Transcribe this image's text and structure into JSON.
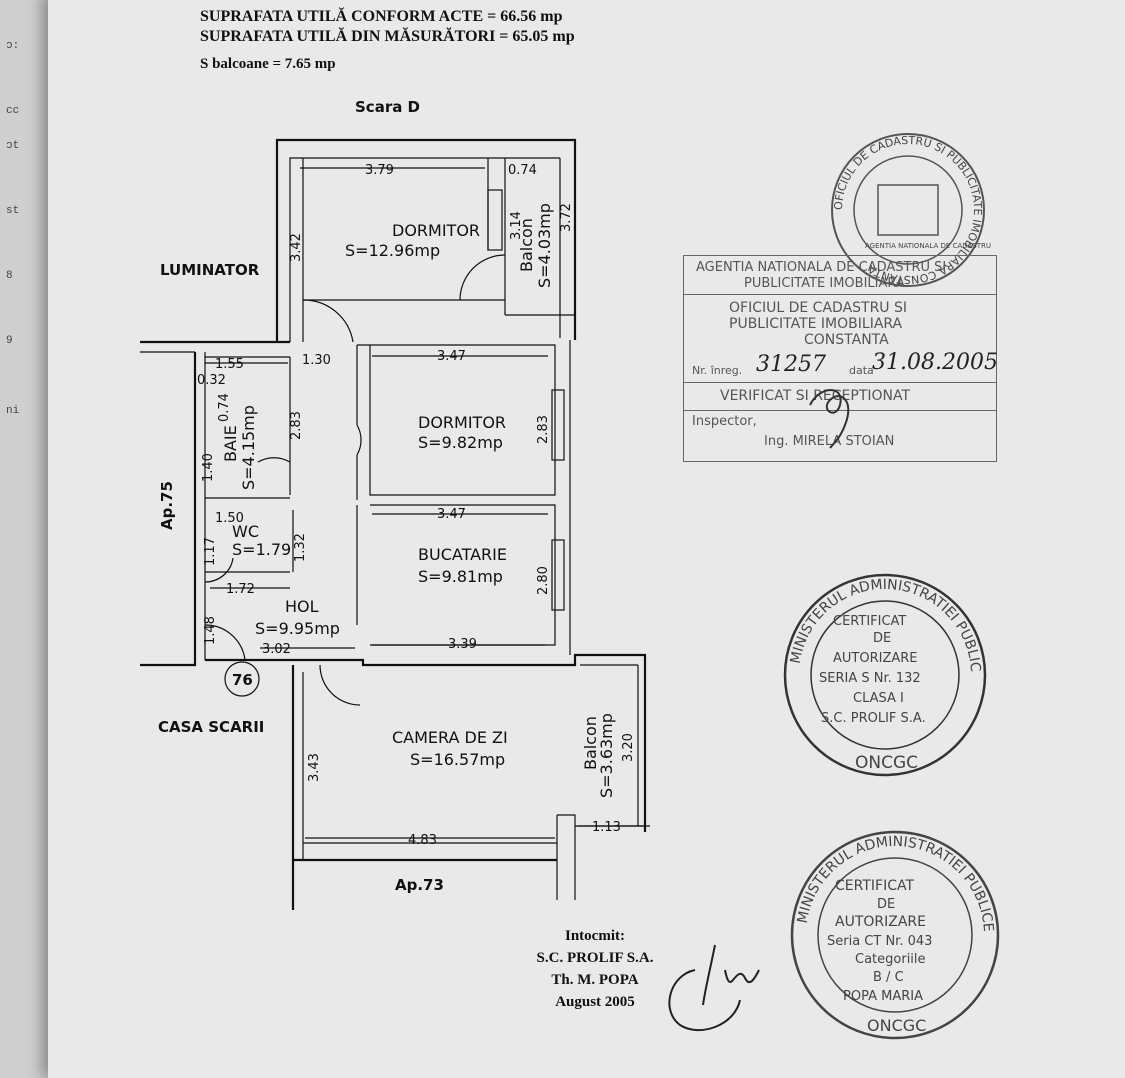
{
  "header": {
    "line1": "SUPRAFATA UTILĂ CONFORM ACTE      = 66.56 mp",
    "line2": "SUPRAFATA UTILĂ DIN MĂSURĂTORI  =  65.05 mp",
    "line3": "S balcoane = 7.65 mp"
  },
  "plan": {
    "scara": "Scara D",
    "luminator": "LUMINATOR",
    "ap75": "Ap.75",
    "ap73": "Ap.73",
    "casa_scarii": "CASA SCARII",
    "apartment_no": "76",
    "rooms": [
      {
        "name": "DORMITOR",
        "area": "S=12.96mp"
      },
      {
        "name": "DORMITOR",
        "area": "S=9.82mp"
      },
      {
        "name": "BUCATARIE",
        "area": "S=9.81mp"
      },
      {
        "name": "HOL",
        "area": "S=9.95mp"
      },
      {
        "name": "CAMERA DE ZI",
        "area": "S=16.57mp"
      },
      {
        "name": "BAIE",
        "area": "S=4.15mp"
      },
      {
        "name": "WC",
        "area": "S=1.79"
      },
      {
        "name": "Balcon",
        "area": "S=4.03mp"
      },
      {
        "name": "Balcon",
        "area": "S=3.63mp"
      }
    ],
    "dims": {
      "d379": "3.79",
      "d074": "0.74",
      "d342": "3.42",
      "d314": "3.14",
      "d372": "3.72",
      "d155": "1.55",
      "d130": "1.30",
      "d347a": "3.47",
      "d032": "0.32",
      "d074b": "0.74",
      "d283a": "2.83",
      "d283b": "2.83",
      "d140": "1.40",
      "d150": "1.50",
      "d347b": "3.47",
      "d117": "1.17",
      "d132": "1.32",
      "d280": "2.80",
      "d172": "1.72",
      "d148": "1.48",
      "d302": "3.02",
      "d339": "3.39",
      "d343": "3.43",
      "d320": "3.20",
      "d483": "4.83",
      "d113": "1.13"
    }
  },
  "registry": {
    "line1": "AGENTIA NATIONALA DE CADASTRU SI",
    "line2": "PUBLICITATE IMOBILIARA",
    "line3": "OFICIUL DE CADASTRU SI",
    "line4": "PUBLICITATE IMOBILIARA",
    "line5": "CONSTANTA",
    "nr_label": "Nr. înreg.",
    "nr_value": "31257",
    "data_label": "data",
    "data_value": "31.08.2005",
    "verified": "VERIFICAT SI RECEPTIONAT",
    "inspector_label": "Inspector,",
    "inspector_name": "Ing. MIRELA STOIAN"
  },
  "stamp_top": {
    "ring": "OFICIUL DE CADASTRU SI PUBLICITATE IMOBILIARA CONSTANTA",
    "inner": "AGENTIA NATIONALA DE CADASTRU"
  },
  "stamp_mid": {
    "ring": "MINISTERUL ADMINISTRATIEI PUBLICE",
    "bottom": "ONCGC",
    "l1": "CERTIFICAT",
    "l2": "DE",
    "l3": "AUTORIZARE",
    "l4": "SERIA S Nr. 132",
    "l5": "CLASA I",
    "l6": "S.C. PROLIF S.A."
  },
  "stamp_bot": {
    "ring": "MINISTERUL ADMINISTRATIEI PUBLICE",
    "bottom": "ONCGC",
    "l1": "CERTIFICAT",
    "l2": "DE",
    "l3": "AUTORIZARE",
    "l4": "Seria CT Nr. 043",
    "l5": "Categoriile",
    "l6": "B / C",
    "l7": "POPA MARIA"
  },
  "footer": {
    "l1": "Intocmit:",
    "l2": "S.C. PROLIF S.A.",
    "l3": "Th. M. POPA",
    "l4": "August 2005"
  },
  "colors": {
    "paper": "#e9e9e9",
    "ink": "#111111",
    "stamp": "#444444"
  }
}
